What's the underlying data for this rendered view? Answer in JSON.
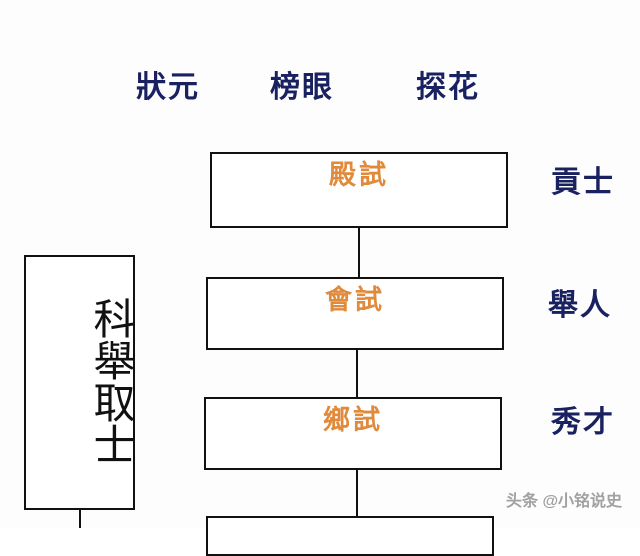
{
  "diagram": {
    "title_box": {
      "text": "科舉取士"
    },
    "top_ranks": [
      {
        "label": "狀元"
      },
      {
        "label": "榜眼"
      },
      {
        "label": "探花"
      }
    ],
    "stages": [
      {
        "label": "殿試"
      },
      {
        "label": "會試"
      },
      {
        "label": "鄉試"
      },
      {
        "label": ""
      }
    ],
    "outcomes": [
      {
        "label": "貢士"
      },
      {
        "label": "舉人"
      },
      {
        "label": "秀才"
      }
    ],
    "colors": {
      "stage_text": "#e08a3c",
      "label_text": "#1a2160",
      "line": "#111111",
      "background": "#fdfdfd",
      "watermark": "#8d8d8d"
    }
  },
  "watermark": {
    "text": "头条 @小铭说史"
  }
}
